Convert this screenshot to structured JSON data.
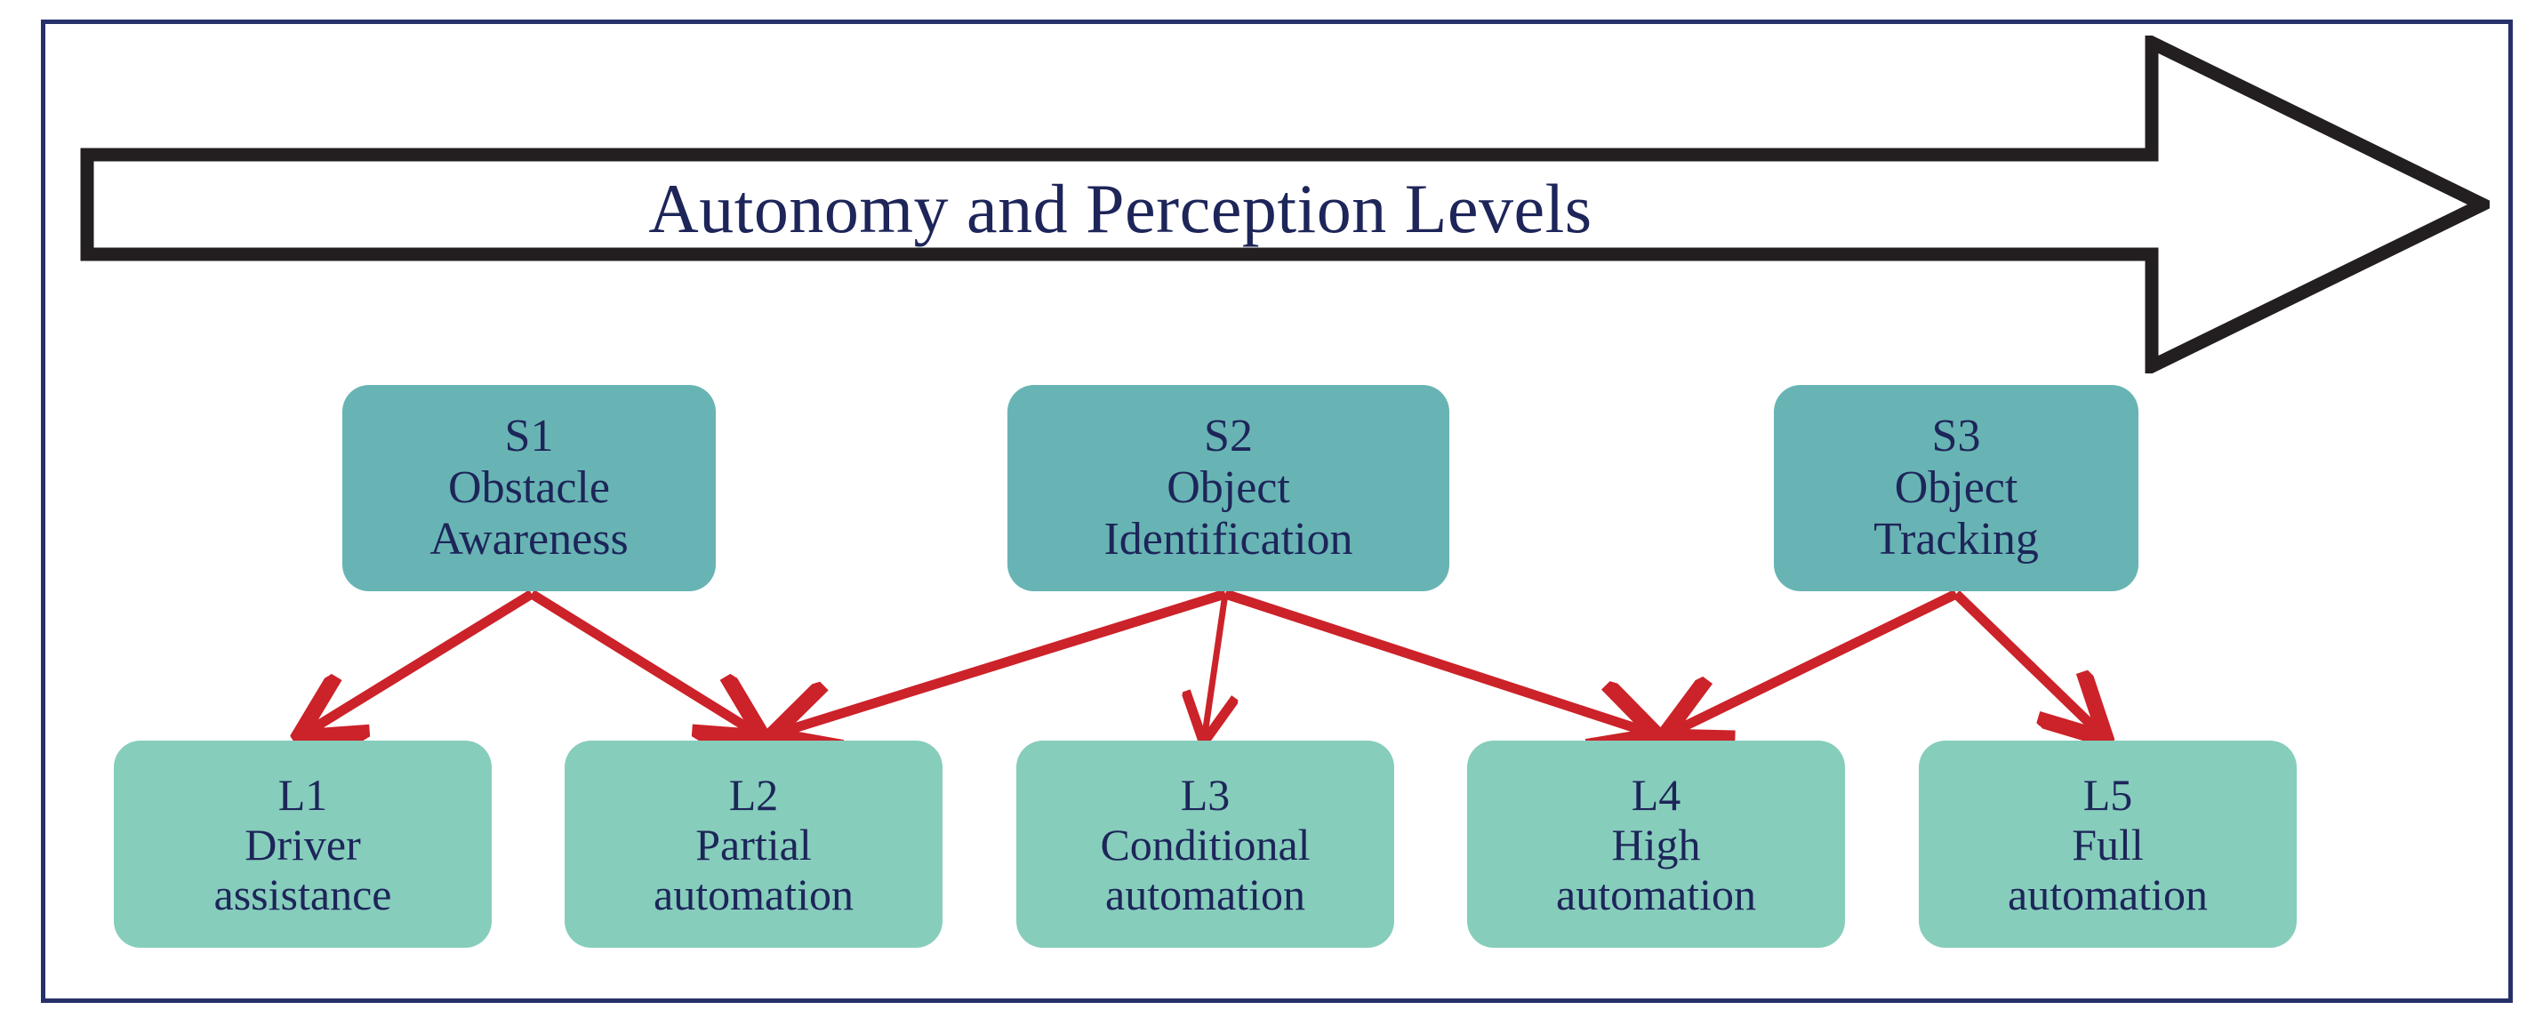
{
  "diagram": {
    "title": "Autonomy and Perception Levels",
    "frame_color": "#26306b",
    "arrow_banner_color": "#231f20",
    "connector_color": "#cc2229",
    "sensing_box_color": "#68b4b4",
    "level_box_color": "#86cdbc",
    "text_color": "#1d2559"
  },
  "banner": {
    "label": "Autonomy and Perception Levels",
    "direction": "right",
    "icon": "right-arrow-banner"
  },
  "sensing_nodes": [
    {
      "id": "S1",
      "code": "S1",
      "line1": "Obstacle",
      "line2": "Awareness"
    },
    {
      "id": "S2",
      "code": "S2",
      "line1": "Object",
      "line2": "Identification"
    },
    {
      "id": "S3",
      "code": "S3",
      "line1": "Object",
      "line2": "Tracking"
    }
  ],
  "level_nodes": [
    {
      "id": "L1",
      "code": "L1",
      "line1": "Driver",
      "line2": "assistance"
    },
    {
      "id": "L2",
      "code": "L2",
      "line1": "Partial",
      "line2": "automation"
    },
    {
      "id": "L3",
      "code": "L3",
      "line1": "Conditional",
      "line2": "automation"
    },
    {
      "id": "L4",
      "code": "L4",
      "line1": "High",
      "line2": "automation"
    },
    {
      "id": "L5",
      "code": "L5",
      "line1": "Full",
      "line2": "automation"
    }
  ],
  "connections": [
    {
      "from": "S1",
      "to": "L1"
    },
    {
      "from": "S1",
      "to": "L2"
    },
    {
      "from": "S2",
      "to": "L2"
    },
    {
      "from": "S2",
      "to": "L3"
    },
    {
      "from": "S2",
      "to": "L4"
    },
    {
      "from": "S3",
      "to": "L4"
    },
    {
      "from": "S3",
      "to": "L5"
    }
  ]
}
